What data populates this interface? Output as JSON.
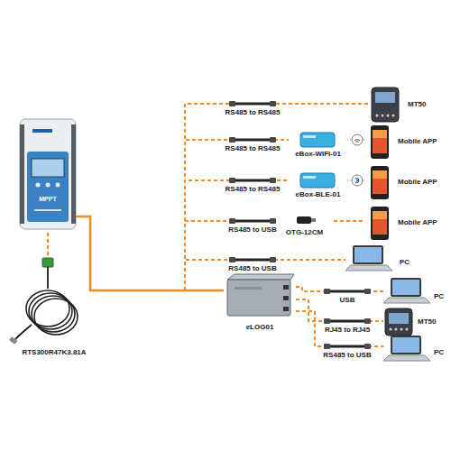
{
  "diagram": {
    "nodes": [
      {
        "text": [
          "MPPT"
        ]
      },
      {
        "text": [
          "RTS300R47K3.81A"
        ]
      },
      {
        "text": [
          "MT50"
        ]
      },
      {
        "text": [
          "eBox-WIFI-01"
        ]
      },
      {
        "text": [
          "Mobile APP"
        ]
      },
      {
        "text": [
          "eBox-BLE-01"
        ]
      },
      {
        "text": [
          "Mobile APP"
        ]
      },
      {
        "text": [
          "OTG-12CM"
        ]
      },
      {
        "text": [
          "Mobile APP"
        ]
      },
      {
        "text": [
          "PC"
        ]
      },
      {
        "text": [
          "eLOG01"
        ]
      },
      {
        "text": [
          "PC"
        ]
      },
      {
        "text": [
          "MT50"
        ]
      },
      {
        "text": [
          "PC"
        ]
      }
    ],
    "edges": [
      {
        "from": 0,
        "to": 1,
        "arrow": "none"
      },
      {
        "from": 0,
        "to": 2,
        "label": "RS485 to RS485",
        "arrow": "none"
      },
      {
        "from": 0,
        "to": 3,
        "label": "RS485 to RS485",
        "arrow": "none"
      },
      {
        "from": 3,
        "to": 4,
        "arrow": "none"
      },
      {
        "from": 0,
        "to": 5,
        "label": "RS485 to RS485",
        "arrow": "none"
      },
      {
        "from": 5,
        "to": 6,
        "arrow": "none"
      },
      {
        "from": 0,
        "to": 7,
        "label": "RS485 to USB",
        "arrow": "none"
      },
      {
        "from": 7,
        "to": 8,
        "arrow": "none"
      },
      {
        "from": 0,
        "to": 9,
        "label": "RS485 to USB",
        "arrow": "none"
      },
      {
        "from": 0,
        "to": 10,
        "arrow": "none"
      },
      {
        "from": 10,
        "to": 11,
        "label": "USB",
        "arrow": "none"
      },
      {
        "from": 10,
        "to": 12,
        "label": "RJ45 to RJ45",
        "arrow": "none"
      },
      {
        "from": 10,
        "to": 13,
        "label": "RS485 to USB",
        "arrow": "none"
      }
    ]
  }
}
